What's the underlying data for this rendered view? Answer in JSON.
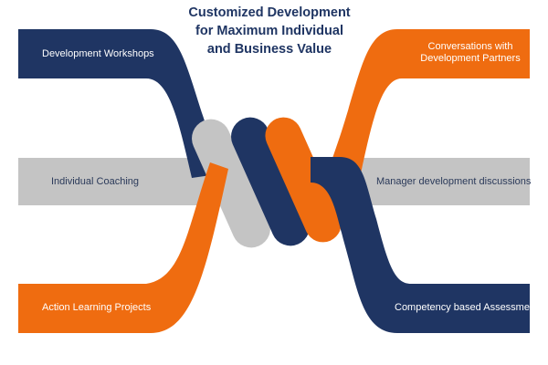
{
  "title": {
    "line1": "Customized Development",
    "line2": "for Maximum Individual",
    "line3": "and Business Value"
  },
  "left_items": [
    "Development Workshops",
    "Individual Coaching",
    "Action Learning Projects"
  ],
  "right_items": {
    "top_line1": "Conversations with",
    "top_line2": "Development Partners",
    "middle": "Manager development discussions",
    "bottom": "Competency based Assessments"
  },
  "colors": {
    "navy": "#1f3563",
    "orange": "#ef6c10",
    "gray": "#c4c4c4",
    "gray_dark": "#9a9a9a",
    "navy_dark": "#142648",
    "orange_dark": "#c4550a"
  }
}
